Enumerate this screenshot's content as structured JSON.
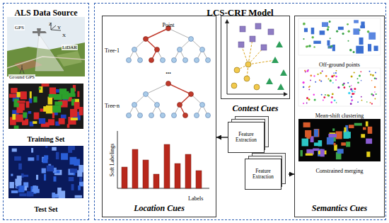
{
  "diagram": {
    "nodes": [
      {
        "text": [
          "ALS Data Source"
        ]
      },
      {
        "text": [
          "LCS-CRF Model"
        ]
      },
      {
        "text": [
          "Location Cues"
        ],
        "in": 1
      },
      {
        "text": [
          "Contest Cues"
        ],
        "in": 1
      },
      {
        "text": [
          "Semantics Cues"
        ],
        "in": 1
      },
      {
        "text": [
          "Feature Extraction"
        ],
        "in": 1
      },
      {
        "text": [
          "Feature Extraction"
        ],
        "in": 1
      }
    ],
    "edges": [
      {
        "from": 5,
        "to": 2,
        "arrow": "to"
      },
      {
        "from": 6,
        "to": 4,
        "arrow": "to"
      }
    ],
    "labels": [
      "GPS",
      "Z",
      "Y",
      "X",
      "LiDAR",
      "Ground GPS",
      "Training Set",
      "Test Set",
      "Point",
      "Tree-1",
      "...",
      "Tree-n",
      "Soft Labelings",
      "Labels",
      "Off-ground points",
      "Mean-shift clustering",
      "Constrained merging"
    ]
  }
}
